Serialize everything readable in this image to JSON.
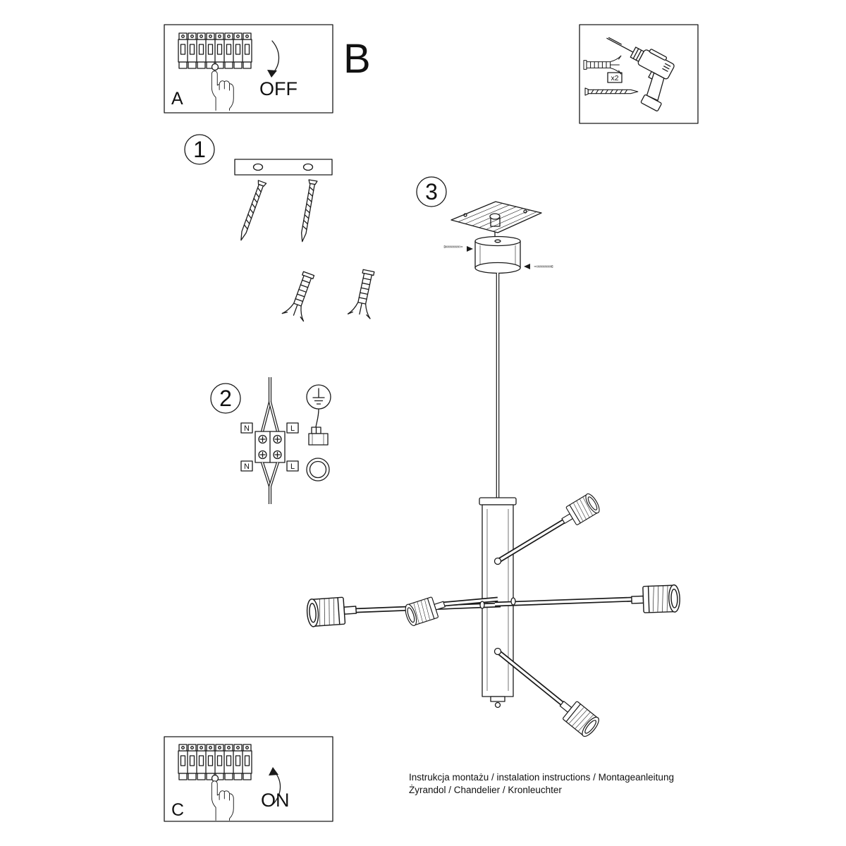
{
  "colors": {
    "background": "#ffffff",
    "line": "#1a1a1a"
  },
  "sections": {
    "a": {
      "label": "A",
      "switch_state": "OFF"
    },
    "b": {
      "label": "B"
    },
    "c": {
      "label": "C",
      "switch_state": "ON"
    }
  },
  "steps": {
    "one": "1",
    "two": "2",
    "three": "3"
  },
  "wiring": {
    "n_top": "N",
    "l_top": "L",
    "n_bottom": "N",
    "l_bottom": "L"
  },
  "parts": {
    "anchor_quantity": "x2"
  },
  "footer": {
    "line1": "Instrukcja montażu / instalation instructions / Montageanleitung",
    "line2": "Żyrandol / Chandelier / Kronleuchter"
  }
}
